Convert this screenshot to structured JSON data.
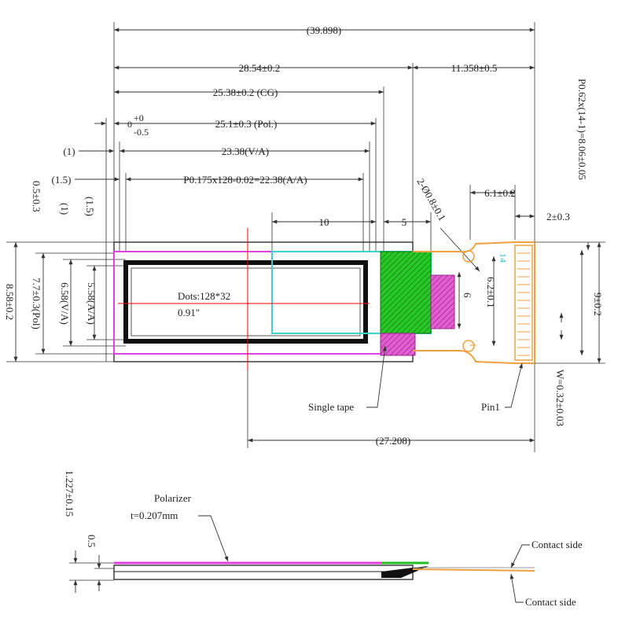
{
  "dimensions": {
    "total_length": "(39.898)",
    "cg_length_tol": "28.54±0.2",
    "fpc_length": "11.358±0.5",
    "cg_center": "25.38±0.2 (CG)",
    "pol_offset_top": "0",
    "pol_offset_plus": "+0",
    "pol_offset_minus": "-0.5",
    "pol_length": "25.1±0.3 (Pol.)",
    "va_length": "23.38(V/A)",
    "va_offset": "(1)",
    "aa_offset": "(1.5)",
    "aa_length": "P0.175x128-0.02=22.38(A/A)",
    "pitch": "P0.62x(14-1)=8.06±0.05",
    "fpc_segment": "10",
    "fpc_gap": "5",
    "fpc_width_label": "2-Ø0.8±0.1",
    "fpc_end_width": "6.1±0.2",
    "fpc_end_offset": "2±0.3",
    "left_a": "0.5±0.3",
    "left_b": "(1)",
    "left_c": "(1.5)",
    "height_total": "8.58±0.2",
    "height_pol": "7.7±0.3(Pol)",
    "height_va": "6.58(V/A)",
    "height_aa": "5.58(A/A)",
    "fpc_height": "6",
    "fpc_hole_pitch": "6.2±0.1",
    "fpc_total_height": "9±0.2",
    "pin_width": "W=0.32±0.03",
    "bottom_length": "(27.208)",
    "pin1_number": "14",
    "pin_last_number": "1"
  },
  "labels": {
    "dots": "Dots:128*32",
    "diagonal": "0.91\"",
    "single_tape": "Single tape",
    "pin1": "Pin1",
    "polarizer": "Polarizer",
    "polarizer_thickness": "t=0.207mm",
    "thickness_total": "1.227±0.15",
    "thickness_glass": "0.5",
    "contact_side_top": "Contact side",
    "contact_side_bottom": "Contact side"
  },
  "colors": {
    "polarizer_outline": "#e040e0",
    "va_outline": "#40d0d0",
    "fpc_outline": "#f0a040",
    "green_block": "#20c020",
    "magenta_block": "#e040c0",
    "centerline": "#ff0000"
  }
}
